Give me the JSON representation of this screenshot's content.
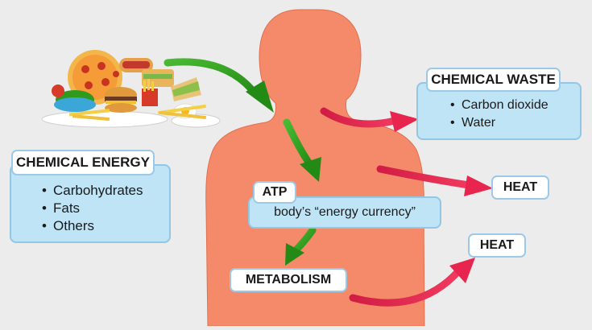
{
  "chemical_energy": {
    "title": "CHEMICAL ENERGY",
    "items": [
      "Carbohydrates",
      "Fats",
      "Others"
    ]
  },
  "chemical_waste": {
    "title": "CHEMICAL WASTE",
    "items": [
      "Carbon dioxide",
      "Water"
    ]
  },
  "atp": {
    "title": "ATP",
    "subtitle": "body’s “energy currency”"
  },
  "metabolism": {
    "title": "METABOLISM"
  },
  "heat_labels": [
    "HEAT",
    "HEAT"
  ],
  "colors": {
    "background": "#ececec",
    "body": "#f58a6a",
    "body_outline": "#e0704f",
    "green_arrow": "#2f9a1e",
    "red_arrow": "#e8254e",
    "panel_fill": "#bfe4f6",
    "panel_border": "#93c6e4"
  },
  "icons": {
    "food": "fast-food-pile-icon",
    "body": "human-body-silhouette"
  }
}
